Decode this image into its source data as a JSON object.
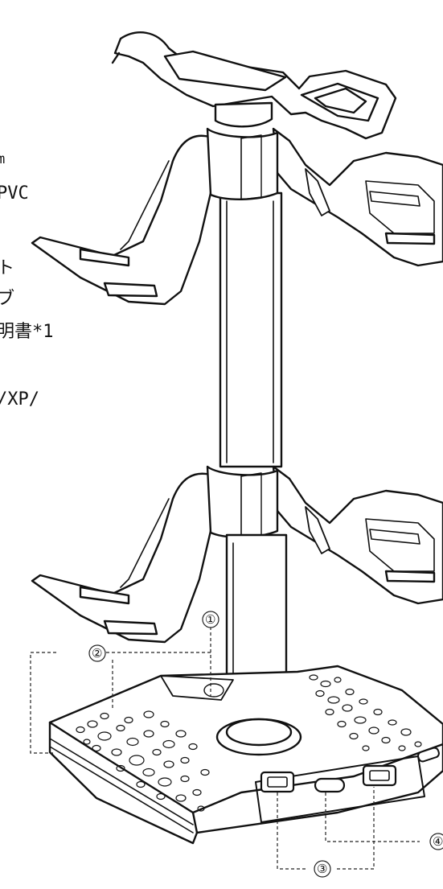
{
  "spec_lines": [
    "m",
    "PVC",
    "ト",
    "ブ",
    "明書*1",
    "/XP/"
  ],
  "callouts": [
    "①",
    "②",
    "③",
    "④"
  ],
  "colors": {
    "line": "#111111",
    "fill": "#ffffff"
  }
}
